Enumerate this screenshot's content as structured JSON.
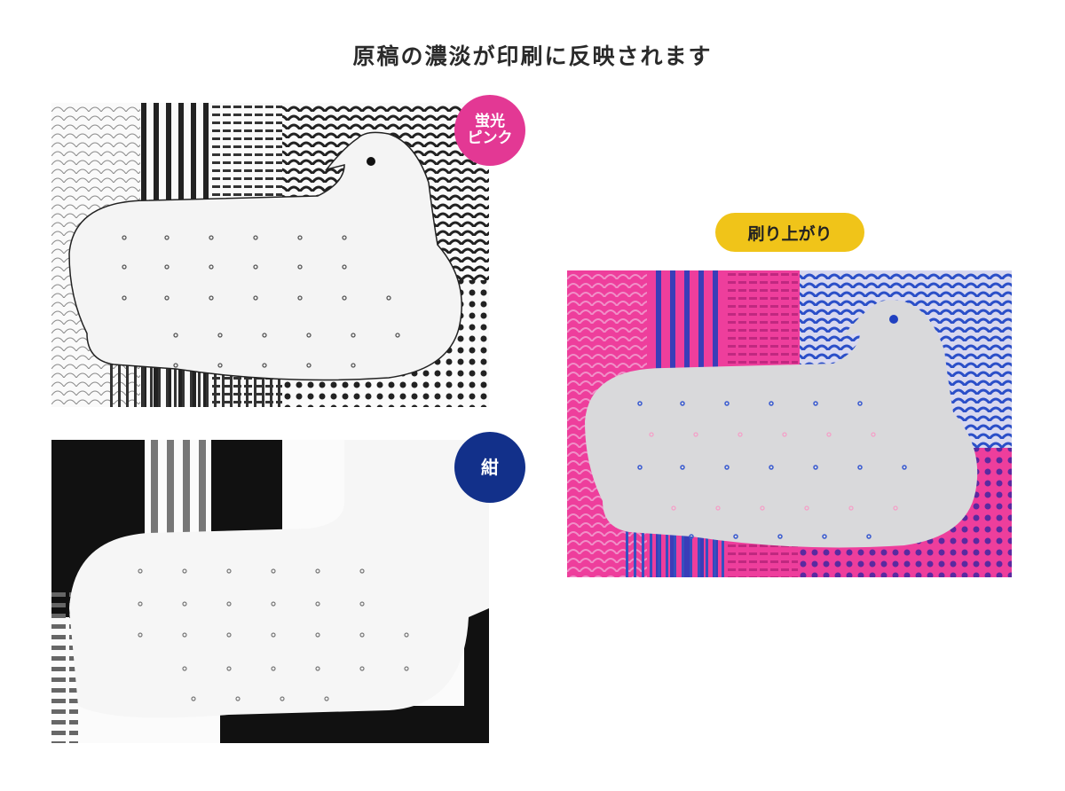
{
  "title": "原稿の濃淡が印刷に反映されます",
  "badges": {
    "pink": {
      "line1": "蛍光",
      "line2": "ピンク",
      "color": "#e33894"
    },
    "navy": {
      "label": "紺",
      "color": "#12308a"
    },
    "result": {
      "label": "刷り上がり",
      "color": "#f0c419"
    }
  }
}
